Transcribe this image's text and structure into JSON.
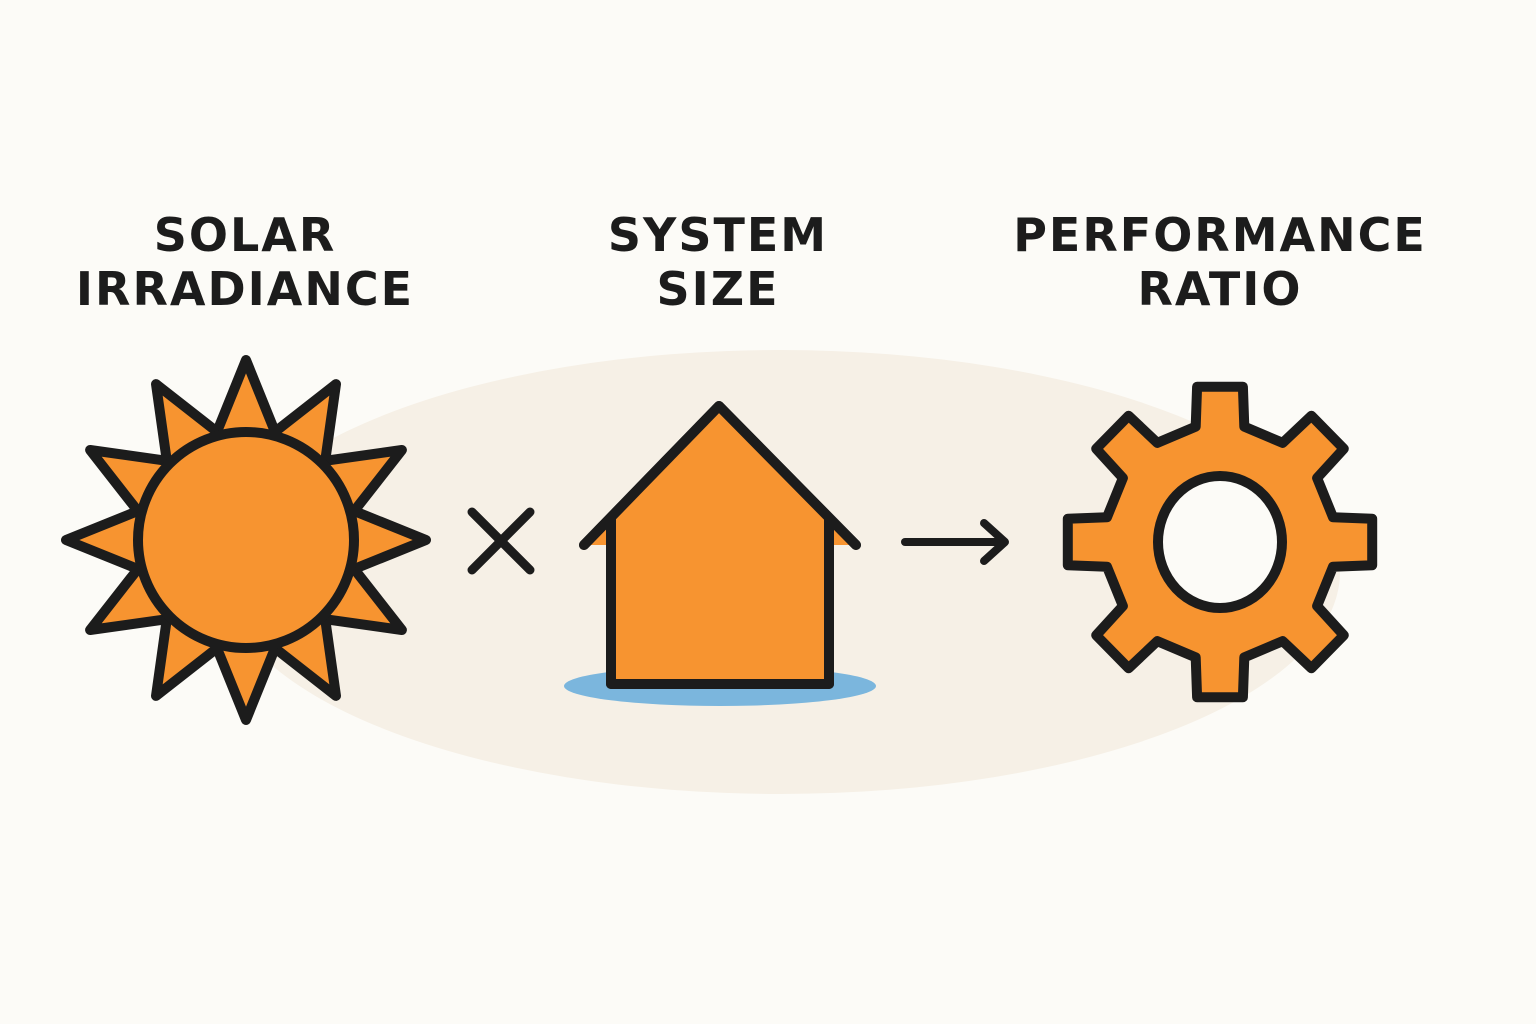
{
  "colors": {
    "background": "#fcfbf7",
    "backdrop": "#f6f0e6",
    "icon_fill": "#f79430",
    "outline": "#1c1c1c",
    "shadow": "#7bb6dd"
  },
  "factors": [
    {
      "line1": "SOLAR",
      "line2": "IRRADIANCE",
      "icon": "sun-icon"
    },
    {
      "line1": "SYSTEM",
      "line2": "SIZE",
      "icon": "house-icon"
    },
    {
      "line1": "PERFORMANCE",
      "line2": "RATIO",
      "icon": "gear-icon"
    }
  ],
  "operators": {
    "multiply": "multiply-sign-icon",
    "result": "arrow-right-icon"
  }
}
